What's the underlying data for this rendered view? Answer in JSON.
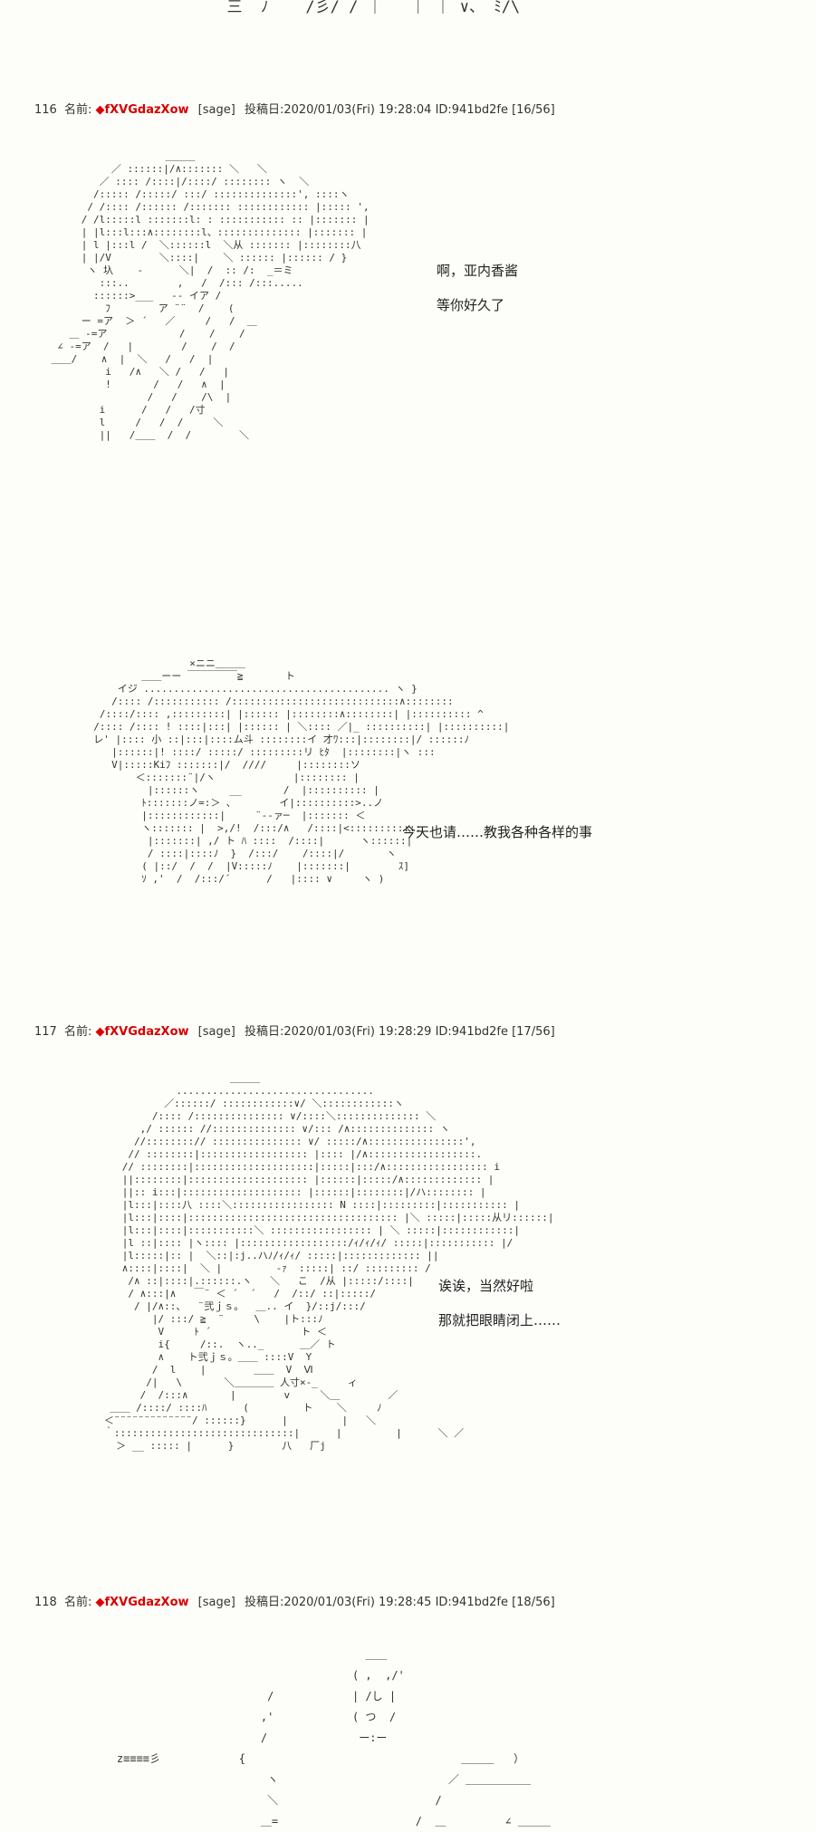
{
  "posts": [
    {
      "number": "116",
      "name_label": "名前:",
      "diamond": "◆",
      "trip": "fXVGdazXow",
      "sage": "[sage]",
      "date": "投稿日:2020/01/03(Fri) 19:28:04",
      "id": "ID:941bd2fe",
      "counter": "[16/56]",
      "lines": [
        "啊，亚内香酱",
        "等你好久了",
        "今天也请……教我各种各样的事"
      ]
    },
    {
      "number": "117",
      "name_label": "名前:",
      "diamond": "◆",
      "trip": "fXVGdazXow",
      "sage": "[sage]",
      "date": "投稿日:2020/01/03(Fri) 19:28:29",
      "id": "ID:941bd2fe",
      "counter": "[17/56]",
      "lines": [
        "诶诶，当然好啦",
        "那就把眼睛闭上……"
      ]
    },
    {
      "number": "118",
      "name_label": "名前:",
      "diamond": "◆",
      "trip": "fXVGdazXow",
      "sage": "[sage]",
      "date": "投稿日:2020/01/03(Fri) 19:28:45",
      "id": "ID:941bd2fe",
      "counter": "[18/56]",
      "lines": []
    }
  ],
  "art": {
    "top_fragment": "  三  ﾉ    /彡/ / ｜   ｜ ｜ ∨、 ﾐ/\\",
    "post116_figure1": "                    ＿＿＿\n           ／ ::::::|/∧::::::: ＼   ＼\n         ／ :::: /::::|/::::/ :::::::: ヽ  ＼\n        /::::: /:::::/ :::/ ::::::::::::::', ::::ヽ\n       / /:::: /:::::: /::::::: :::::::::::: |::::: ',\n      / /l:::::l :::::::l: : ::::::::::: :: |::::::: |\n      | |l:::l:::∧::::::::l、:::::::::::::: |::::::: |\n      | l |:::l /  ＼::::::l  ＼从 ::::::: |::::::::八\n      | |/V        ＼::::|    ＼ :::::: |:::::: / }\n       ヽ 圦    ‐      ＼|  /  :: /:  _＝ミ\n         :::..        ,   /  /::: /:::.....\n        ::::::>___   -‐ イア /\n          ﾌ        ア ¨¨  /    (\n      ー =ア  ＞ ´   ／     /   /  ＿\n    ＿ -=ア            /    /    /\n  ∠ -=ア  /   |        /    /  /\n ＿＿/    ∧  |  ＼   /   /  |\n          i   /∧   ＼ /   /   |\n          !       /   /   ∧  |\n                 /   /    /\\  |\n         i      /   /   /寸  \n         l     /   /  /     ＼\n         ||   /＿＿  /  /        ＼",
    "post116_figure2": "                  ×ニニ＿＿＿        \n          ＿＿ーー ￣￣￣￣￣≧       ト\n      イジ ......................................... ヽ } \n     /:::: /::::::::::: /::::::::::::::::::::::::::::∧::::::::\n   /::::/:::: ,:::::::::| |:::::: |::::::::∧::::::::| |:::::::::: ^\n  /:::: /:::: ! ::::|:::| |:::::: | ＼:::: ／|_ ::::::::::| |::::::::::|\n  レ' |:::: 小 ::|:::|::::ム斗 ::::::::イ 才ﾜ:::|::::::::|/ ::::::ﾉ\n     |::::::|! ::::/ :::::/ :::::::::リ ﾋﾀ  |::::::::|ヽ :::\n     V|:::::Kiﾌ :::::::|/  ////     |::::::::ソ \n         ＜:::::::¨|/ヽ             |:::::::: |\n           |::::::ヽ     __       /  |:::::::::: |\n          ﾄ:::::::ノ=:＞ ､        イ|::::::::::>..ノ\n          |::::::::::::|     ¨‐-ァ─  |::::::: ＜\n          ヽ::::::: |  >,/!  /:::/∧   /::::|<::::::::::::\n           |:::::::| ,/ ト ﾊ ::::  /::::|      ヽ::::::|\n           / ::::|::::ﾉ  }  /:::/    /::::|/       ヽ\n          ( |::/  /  /  |V:::::ﾉ    |:::::::|        ｽ]\n          ｿ ,'  /  /:::/´      /   |:::: ∨     ヽ )",
    "post117_figure": "                        ＿＿＿\n               .................................\n             ／::::::/ ::::::::::::∨/ ＼::::::::::::ヽ\n           /:::: /::::::::::::::: ∨/::::＼:::::::::::::: ＼\n         ,/ :::::: //:::::::::::::: ∨/::: /∧:::::::::::::: ヽ\n        //::::::::// ::::::::::::::: ∨/ :::::/∧::::::::::::::::',\n       // ::::::::|:::::::::::::::::: |:::: |/∧::::::::::::::::::.\n      // ::::::::|::::::::::::::::::::|:::::|:::/∧::::::::::::::::: i\n      ||::::::::|:::::::::::::::::::: |::::::|:::::/∧::::::::::::: |\n      ||:: i:::|:::::::::::::::::::: |::::::|::::::::|/ハ:::::::: |\n      |l:::|::::八 ::::＼::::::::::::::::: N ::::|:::::::::|::::::::::: |\n      |l:::|::::|::::::::::::::::::::::::::::::::::: |＼ :::::|:::::从リ::::::|\n      |l:::|::::|:::::::::::＼ ::::::::::::::::: | ＼ :::::|::::::::::::|\n      |l ::|:::: |ヽ:::: |::::::::::::::::::/ｨ/ｨ/ｨ/ :::::|::::::::::: |/\n      |l:::::|:: |  ＼::|:j..ハﾉ/ｨ/ｨ/ :::::|::::::::::::: ||\n      ∧::::|::::|  ＼ |         ‐ｧ  :::::| ::/ ::::::::: /\n       /∧ ::|::::|.::::::.ヽ   ＼   こ  /从 |:::::/::::|\n       / ∧:::|∧   ￣¨ ＜ ´  ´   /  /::/ ::|:::::/\n        / |/∧::、  ¨弐ｊｓ。  ＿.. イ  }/::j/:::/\n           |/ :::/ ≧  ¨     \\    |ト:::ﾉ\n            V     ﾄ ´               ト ＜\n            i{     /::.  ヽ.._      ＿／ ト\n            ∧    ト弐ｊｓ。＿＿ ::::V  Y\n           /  l    |        ＿＿  V  Ⅵ\n          /|   \\       ＼＿＿＿＿ 人寸×‐_     ィ\n         /  /:::∧       |        v     ＼＿        ／\n    ＿＿ /::::/ ::::ﾊ      (         ト    ＼     ﾉ\n   ＜¨¨¨¨¨¨¨¨¨¨¨¨¨/ ::::::}      |         |   ＼\n   ｀::::::::::::::::::::::::::::::|      |         |      ＼ ／\n     ＞ __ ::::: |      }        八   厂j",
    "post118_figure": "                                          ＿＿\n                                        ( ,  ,/' \n                           /            | /し | \n                          ,'            ( つ  /\n                          /              ー:ー\n    z≡≡≡≡彡            {                                 ＿＿＿   ）\n                           ヽ                          ／ ＿＿＿＿＿＿\n                           ＼                        /\n                          ＿=                     /  ＿         ∠ ＿＿＿"
  }
}
